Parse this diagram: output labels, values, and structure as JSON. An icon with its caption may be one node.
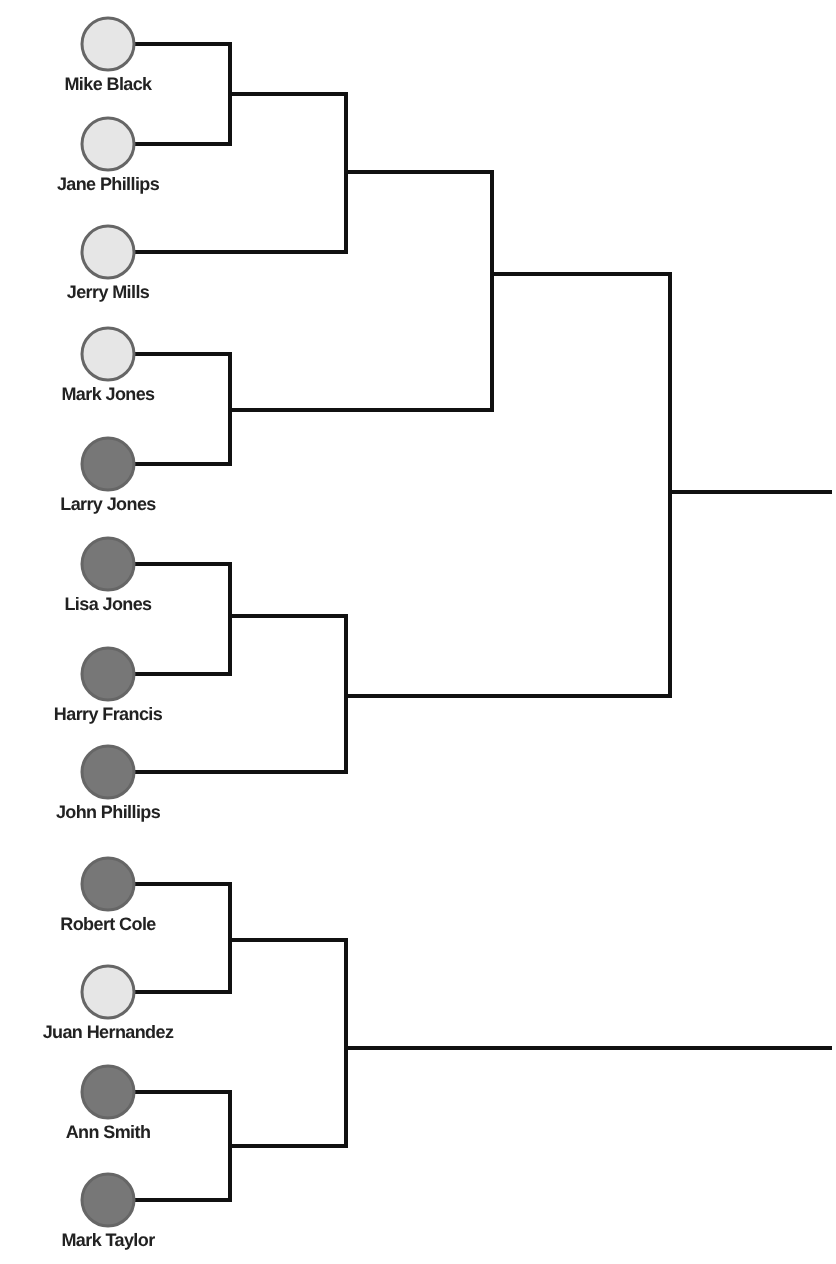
{
  "diagram": {
    "nodes": [
      {
        "text": [
          "Mike Black"
        ]
      },
      {
        "text": [
          "Jane Phillips"
        ]
      },
      {
        "text": [
          "Jerry Mills"
        ]
      },
      {
        "text": [
          "Mark Jones"
        ]
      },
      {
        "text": [
          "Larry Jones"
        ]
      },
      {
        "text": [
          "Lisa Jones"
        ]
      },
      {
        "text": [
          "Harry Francis"
        ]
      },
      {
        "text": [
          "John Phillips"
        ]
      },
      {
        "text": [
          "Robert Cole"
        ]
      },
      {
        "text": [
          "Juan Hernandez"
        ]
      },
      {
        "text": [
          "Ann Smith"
        ]
      },
      {
        "text": [
          "Mark Taylor"
        ]
      }
    ],
    "edges": [
      {
        "from": 0,
        "to": null,
        "arrow": "none"
      },
      {
        "from": 1,
        "to": null,
        "arrow": "none"
      },
      {
        "from": 2,
        "to": null,
        "arrow": "none"
      },
      {
        "from": 3,
        "to": null,
        "arrow": "none"
      },
      {
        "from": 4,
        "to": null,
        "arrow": "none"
      },
      {
        "from": 5,
        "to": null,
        "arrow": "none"
      },
      {
        "from": 6,
        "to": null,
        "arrow": "none"
      },
      {
        "from": 7,
        "to": null,
        "arrow": "none"
      },
      {
        "from": 8,
        "to": null,
        "arrow": "none"
      },
      {
        "from": 9,
        "to": null,
        "arrow": "none"
      },
      {
        "from": 10,
        "to": null,
        "arrow": "none"
      },
      {
        "from": 11,
        "to": null,
        "arrow": "none"
      }
    ]
  }
}
